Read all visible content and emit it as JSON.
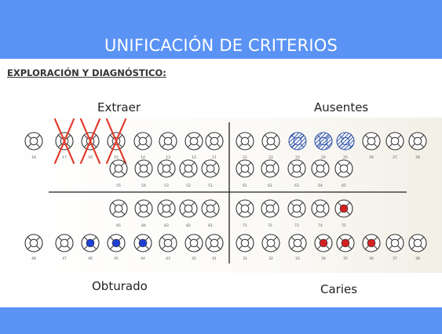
{
  "header": {
    "title": "UNIFICACIÓN DE CRITERIOS"
  },
  "section": {
    "subtitle": "EXPLORACIÓN Y DIAGNÓSTICO:"
  },
  "labels": {
    "extraer": "Extraer",
    "ausentes": "Ausentes",
    "obturado": "Obturado",
    "caries": "Caries"
  },
  "colors": {
    "band": "#5a93f4",
    "blue_mark": "#1f3fd6",
    "red_mark": "#d42020",
    "hatch": "#3356a8",
    "cross": "#e23b2b"
  },
  "odontogram": {
    "upper_permanent": [
      {
        "num": "18",
        "state": "normal"
      },
      {
        "num": "17",
        "state": "extract"
      },
      {
        "num": "16",
        "state": "extract"
      },
      {
        "num": "15",
        "state": "extract"
      },
      {
        "num": "14",
        "state": "normal"
      },
      {
        "num": "13",
        "state": "normal"
      },
      {
        "num": "12",
        "state": "normal"
      },
      {
        "num": "11",
        "state": "normal"
      },
      {
        "num": "21",
        "state": "normal"
      },
      {
        "num": "22",
        "state": "normal"
      },
      {
        "num": "23",
        "state": "absent"
      },
      {
        "num": "24",
        "state": "absent"
      },
      {
        "num": "25",
        "state": "absent"
      },
      {
        "num": "26",
        "state": "normal"
      },
      {
        "num": "27",
        "state": "normal"
      },
      {
        "num": "28",
        "state": "normal"
      }
    ],
    "upper_primary": [
      {
        "num": "55",
        "state": "normal"
      },
      {
        "num": "54",
        "state": "normal"
      },
      {
        "num": "53",
        "state": "normal"
      },
      {
        "num": "52",
        "state": "normal"
      },
      {
        "num": "51",
        "state": "normal"
      },
      {
        "num": "61",
        "state": "normal"
      },
      {
        "num": "62",
        "state": "normal"
      },
      {
        "num": "63",
        "state": "normal"
      },
      {
        "num": "64",
        "state": "normal"
      },
      {
        "num": "65",
        "state": "normal"
      }
    ],
    "lower_primary": [
      {
        "num": "85",
        "state": "normal"
      },
      {
        "num": "84",
        "state": "normal"
      },
      {
        "num": "83",
        "state": "normal"
      },
      {
        "num": "82",
        "state": "normal"
      },
      {
        "num": "81",
        "state": "normal"
      },
      {
        "num": "71",
        "state": "normal"
      },
      {
        "num": "72",
        "state": "normal"
      },
      {
        "num": "73",
        "state": "normal"
      },
      {
        "num": "74",
        "state": "normal"
      },
      {
        "num": "75",
        "state": "caries"
      }
    ],
    "lower_permanent": [
      {
        "num": "48",
        "state": "normal"
      },
      {
        "num": "47",
        "state": "normal"
      },
      {
        "num": "46",
        "state": "filled"
      },
      {
        "num": "45",
        "state": "filled"
      },
      {
        "num": "44",
        "state": "filled"
      },
      {
        "num": "43",
        "state": "normal"
      },
      {
        "num": "42",
        "state": "normal"
      },
      {
        "num": "41",
        "state": "normal"
      },
      {
        "num": "31",
        "state": "normal"
      },
      {
        "num": "32",
        "state": "normal"
      },
      {
        "num": "33",
        "state": "normal"
      },
      {
        "num": "34",
        "state": "caries"
      },
      {
        "num": "35",
        "state": "caries"
      },
      {
        "num": "36",
        "state": "caries"
      },
      {
        "num": "37",
        "state": "normal"
      },
      {
        "num": "38",
        "state": "normal"
      }
    ]
  }
}
